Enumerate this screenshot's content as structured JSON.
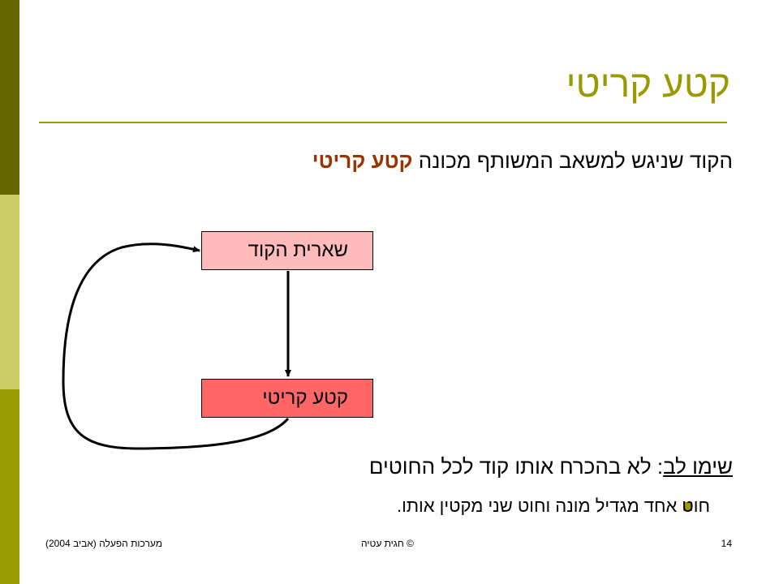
{
  "slide": {
    "title": "קטע קריטי",
    "lead_text": "הקוד שניגש למשאב המשותף מכונה ",
    "lead_emphasis": "קטע קריטי",
    "diagram": {
      "box_top": "שארית הקוד",
      "box_bottom": "קטע קריטי"
    },
    "note_label": "שימו לב",
    "note_colon": ":",
    "note_text": " לא בהכרח אותו קוד לכל החוטים",
    "bullet_text": "חוט אחד מגדיל מונה וחוט שני מקטין אותו."
  },
  "footer": {
    "course": "מערכות הפעלה (אביב 2004)",
    "copyright": "© חגית עטיה",
    "page_number": "14"
  },
  "colors": {
    "accent": "#999900",
    "emphasis": "#993300",
    "box_top_fill": "#ffbbbb",
    "box_bottom_fill": "#ff6666"
  }
}
